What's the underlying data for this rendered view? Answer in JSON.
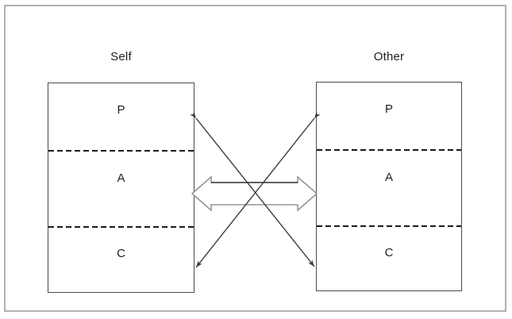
{
  "diagram": {
    "self": {
      "title": "Self",
      "sections": [
        "P",
        "A",
        "C"
      ]
    },
    "other": {
      "title": "Other",
      "sections": [
        "P",
        "A",
        "C"
      ]
    }
  },
  "colors": {
    "background": "#ffffff",
    "frame_border": "#b0b0b0",
    "box_border": "#4a4a4a",
    "divider": "#1a1a1a",
    "text": "#1f1f1f",
    "connector": "#3d3d3d",
    "hollow_arrow_outline": "#969696",
    "hollow_arrow_fill": "#ffffff"
  }
}
